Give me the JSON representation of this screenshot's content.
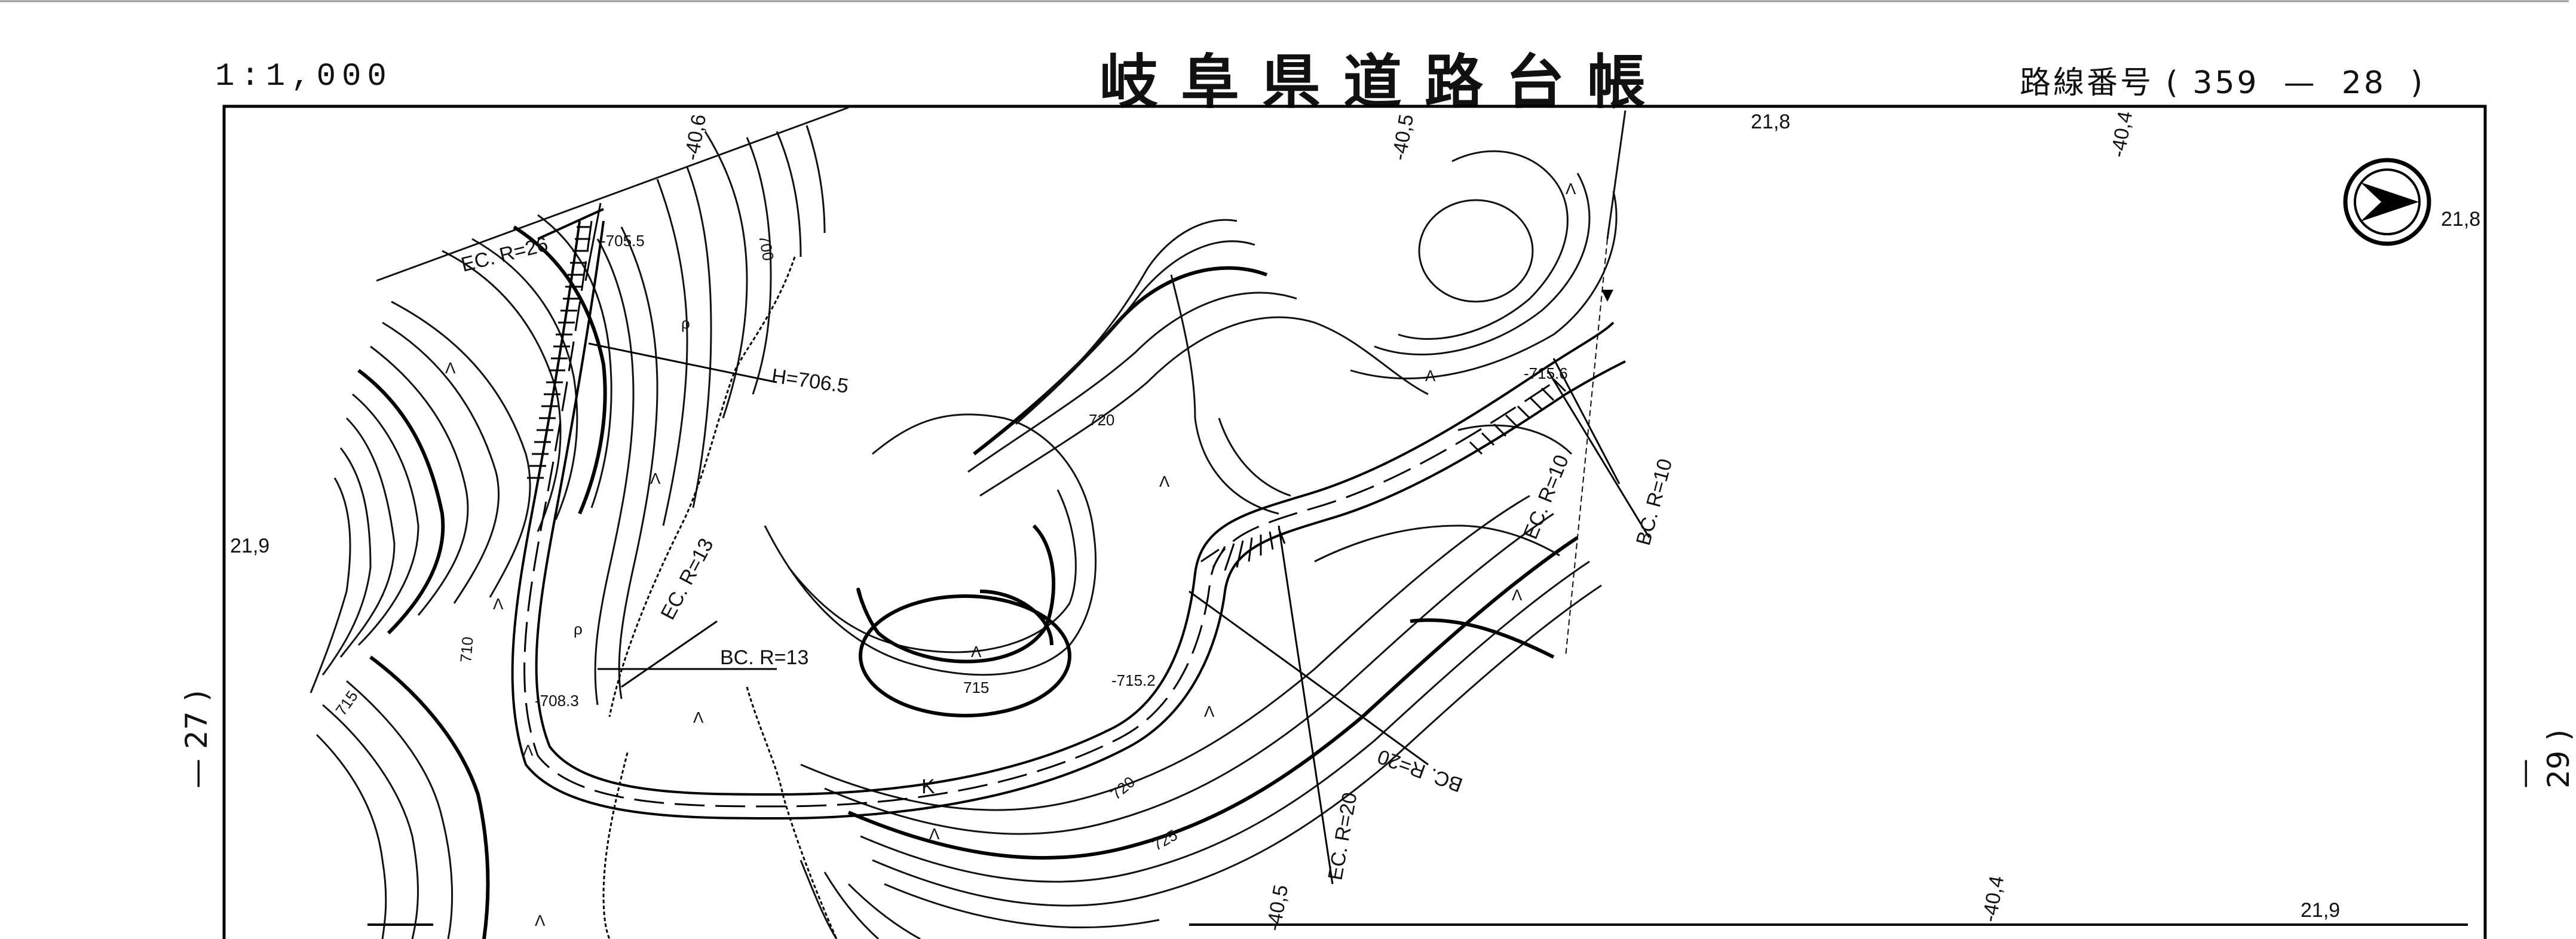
{
  "header": {
    "scale": "1:1,000",
    "title": "岐阜県道路台帳",
    "route_prefix": "路線番号",
    "route_open": "(",
    "route_no": "359",
    "route_dash": "—",
    "route_sheet": "28",
    "route_close": ")"
  },
  "margins": {
    "left_sheet": "— 27 )",
    "right_sheet": "— 29 )"
  },
  "grid_labels": {
    "top_1": "-40,6",
    "top_2": "-40,5",
    "top_3": "21,8",
    "top_4": "-40,4",
    "right_top": "21,8",
    "left_mid": "21,9",
    "bottom_1": "-40,5",
    "bottom_2": "-40,4",
    "bottom_3": "21,9"
  },
  "curve_labels": {
    "ec_r26": "EC. R=26",
    "h7065": "H=706.5",
    "ec_r13": "EC. R=13",
    "bc_r13": "BC. R=13",
    "ec_r10": "EC. R=10",
    "bc_r10": "BC. R=10",
    "bc_r20": "BC. R=20",
    "ec_r20": "EC. R=20"
  },
  "elevations": {
    "e7055": "-705.5",
    "e7083": "-708.3",
    "e7152": "-715.2",
    "e7156": "-715.6",
    "c700": "700",
    "c710": "710",
    "c715a": "715",
    "c715b": "715",
    "c720a": "720",
    "c720b": "720",
    "c725": "725"
  },
  "symbols": {
    "tree": "Λ",
    "paddy": "ρ",
    "road_K": "K"
  },
  "north_arrow": {
    "icon": "north-arrow-icon"
  }
}
